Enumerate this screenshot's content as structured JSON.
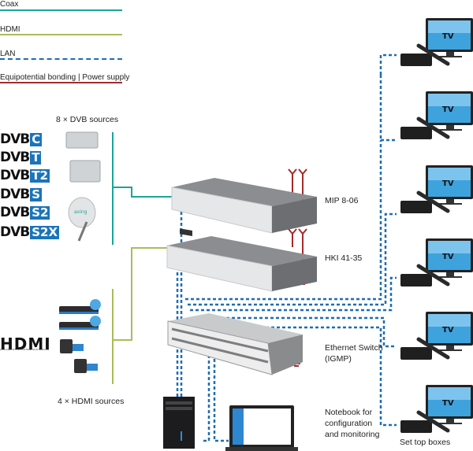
{
  "legend": {
    "items": [
      {
        "label": "Coax",
        "color": "#1aa59a",
        "style": "solid"
      },
      {
        "label": "HDMI",
        "color": "#a9bd5a",
        "style": "solid"
      },
      {
        "label": "LAN",
        "color": "#1d6db3",
        "style": "dashed"
      },
      {
        "label": "Equipotential bonding | Power supply",
        "color": "#a32a2a",
        "style": "solid"
      }
    ]
  },
  "dvb_sources": {
    "title": "8 × DVB sources",
    "standards": [
      {
        "prefix": "DVB",
        "suffix": "C"
      },
      {
        "prefix": "DVB",
        "suffix": "T"
      },
      {
        "prefix": "DVB",
        "suffix": "T2"
      },
      {
        "prefix": "DVB",
        "suffix": "S"
      },
      {
        "prefix": "DVB",
        "suffix": "S2"
      },
      {
        "prefix": "DVB",
        "suffix": "S2X"
      }
    ],
    "dish_brand": "axing"
  },
  "hdmi_sources": {
    "title": "4 × HDMI sources",
    "logo_text": "HDMI",
    "logo_subtext": "HIGH-DEFINITION MULTIMEDIA INTERFACE"
  },
  "devices": {
    "mip": "MIP 8-06",
    "hki": "HKI 41-35",
    "switch_line1": "Ethernet Switch",
    "switch_line2": "(IGMP)",
    "notebook_line1": "Notebook for",
    "notebook_line2": "configuration",
    "notebook_line3": "and monitoring"
  },
  "clients": {
    "tv_label": "TV",
    "count": 6,
    "caption": "Set top boxes"
  }
}
